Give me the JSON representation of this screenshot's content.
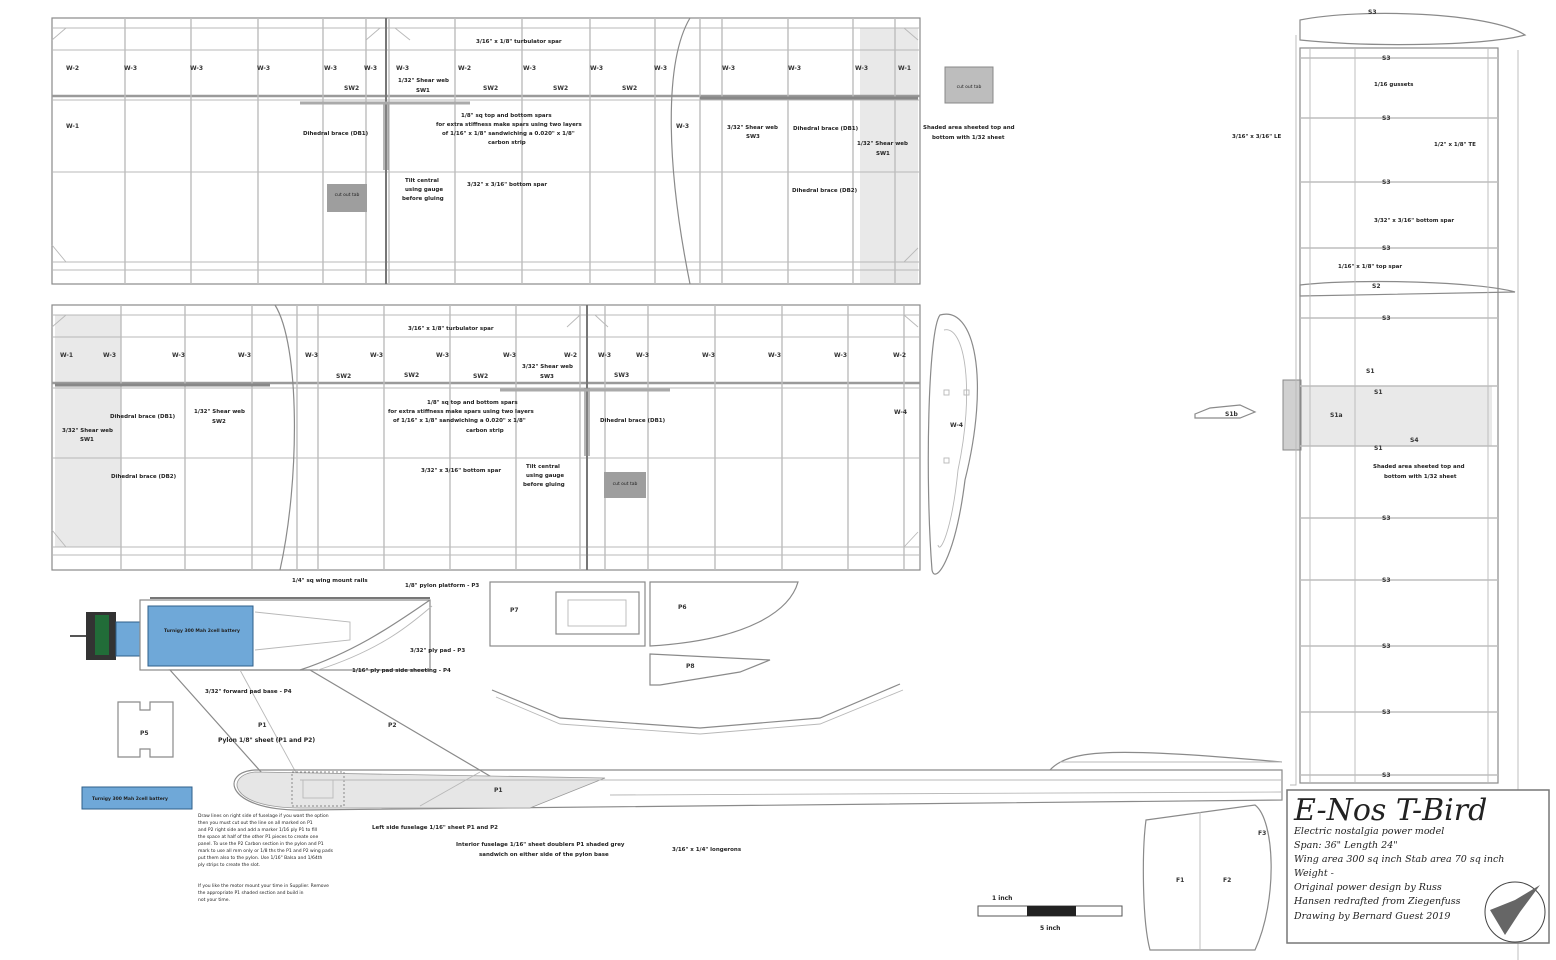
{
  "title_block": {
    "title": "E-Nos T-Bird",
    "lines": [
      "Electric nostalgia power model",
      "Span: 36\" Length 24\"",
      "Wing area 300 sq inch Stab area 70 sq inch",
      "Weight -",
      "Original power design by Russ",
      "Hansen redrafted from Ziegenfuss",
      "Drawing by Bernard Guest 2019"
    ]
  },
  "scale_bar": {
    "label_top": "1 inch",
    "label_bottom": "5 inch"
  },
  "wing_top": {
    "rib_labels": [
      "W-2",
      "W-3",
      "W-3",
      "W-3",
      "W-3",
      "W-3",
      "W-3",
      "W-2",
      "W-3",
      "W-3",
      "W-3",
      "W-3",
      "W-3",
      "W-3",
      "W-3",
      "W-1"
    ],
    "w1_left": "W-1",
    "w1_right": "W-1",
    "sw_labels": [
      "SW1",
      "SW2",
      "SW2",
      "SW2",
      "SW2"
    ],
    "notes": {
      "te_spar": "3/16\" x 1/8\" turbulator spar",
      "spar_desc1": "1/8\" sq top and bottom spars",
      "spar_desc2": "for extra stiffness make spars using two layers",
      "spar_desc3": "of 1/16\" x 1/8\" sandwiching a 0.020\" x 1/8\"",
      "spar_desc4": "carbon strip",
      "shear_web": "1/32\" Shear web",
      "shear_web2": "SW1",
      "dihedral_brace": "Dihedral brace (DB1)",
      "dihedral_brace2": "Dihedral brace (DB1)",
      "dihedral_brace3": "Dihedral brace (DB2)",
      "tilt_rib": "Tilt central",
      "tilt_rib2": "using gauge",
      "tilt_rib3": "before gluing",
      "bottom_spar": "3/32\" x 3/16\" bottom spar",
      "shear_web3": "3/32\" Shear web",
      "shear_web4": "SW3",
      "shaded": "Shaded area sheeted top and",
      "shaded2": "bottom with 1/32 sheet",
      "cut_label": "cut out tab"
    }
  },
  "wing_bottom": {
    "rib_labels": [
      "W-1",
      "W-3",
      "W-3",
      "W-3",
      "W-3",
      "W-3",
      "W-3",
      "W-3",
      "W-2",
      "W-3",
      "W-3",
      "W-3",
      "W-3",
      "W-3",
      "W-2"
    ],
    "w4": "W-4",
    "w4b": "W-4",
    "sw_labels": [
      "SW2",
      "SW2",
      "SW2",
      "SW3"
    ],
    "notes": {
      "te_spar": "3/16\" x 1/8\" turbulator spar",
      "spar1": "1/8\" sq top and bottom spars",
      "spar2": "for extra stiffness make spars using two layers",
      "spar3": "of 1/16\" x 1/8\" sandwiching a 0.020\" x 1/8\"",
      "spar4": "carbon strip",
      "bottom_spar": "3/32\" x 3/16\" bottom spar",
      "dihedral1": "Dihedral brace (DB1)",
      "dihedral2": "Dihedral brace (DB2)",
      "dihedral3": "Dihedral brace (DB1)",
      "shear1": "1/32\" Shear web",
      "shear1b": "SW2",
      "shear2": "3/32\" Shear web",
      "shear2b": "SW1",
      "shear3": "3/32\" Shear web",
      "shear3b": "SW3",
      "tilt1": "Tilt central",
      "tilt2": "using gauge",
      "tilt3": "before gluing",
      "cut_label": "cut out tab"
    }
  },
  "fuselage": {
    "battery": "Turnigy 300 Mah 2cell battery",
    "battery2": "Turnigy 300 Mah 2cell battery",
    "pylon": "Pylon 1/8\" sheet (P1 and P2)",
    "p1": "P1",
    "p2": "P2",
    "p1b": "P1",
    "p5": "P5",
    "p6": "P6",
    "p7": "P7",
    "p8": "P8",
    "n1": "1/4\" sq wing mount rails",
    "n2": "1/8\" pylon platform - P3",
    "n3": "3/32\" ply pad - P3",
    "n4": "1/16\" ply pad side sheeting - P4",
    "n5": "3/32\" forward pad base - P4",
    "n6": "Left side fuselage 1/16\" sheet P1 and P2",
    "n7": "Interior fuselage 1/16\" sheet doublers P1 shaded grey",
    "n8": "sandwich on either side of the pylon base",
    "n9": "3/16\" x 1/4\" longerons",
    "para": [
      "Draw lines on right side of fuselage if you want the option",
      "then you must cut out the line on all marked on P1",
      "and P2 right side and add a marker 1/16 ply P1 to fill",
      "the space at half of the other P1 pieces to create one",
      "panel. To use the P2 Carbon section in the pylon and P1",
      "mark to use all mm only or 1/8 ths the P1 and P2 wing pads",
      "put them also to the pylon. Use 1/16\" Balsa and 1/64th",
      "ply strips to create the slot.",
      "",
      "If you like the motor mount your time in Supplier. Remove",
      "the appropriate P1 shaded section and build in",
      "not your time."
    ]
  },
  "stab": {
    "s1": "S1",
    "s2": "S2",
    "s3": "S3",
    "s4": "S4",
    "s1a": "S1a",
    "s1b": "S1b",
    "le": "3/16\" x 3/16\" LE",
    "te": "1/2\" x 1/8\" TE",
    "gussets": "1/16 gussets",
    "bottom_spar": "3/32\" x 3/16\" bottom spar",
    "top_spar": "1/16\" x 1/8\" top spar",
    "shaded": "Shaded area sheeted top and",
    "shaded2": "bottom with 1/32 sheet",
    "rib_label": "S3"
  },
  "fin": {
    "f1": "F1",
    "f2": "F2",
    "f3": "F3"
  },
  "tip": {
    "w4": "W-4"
  }
}
